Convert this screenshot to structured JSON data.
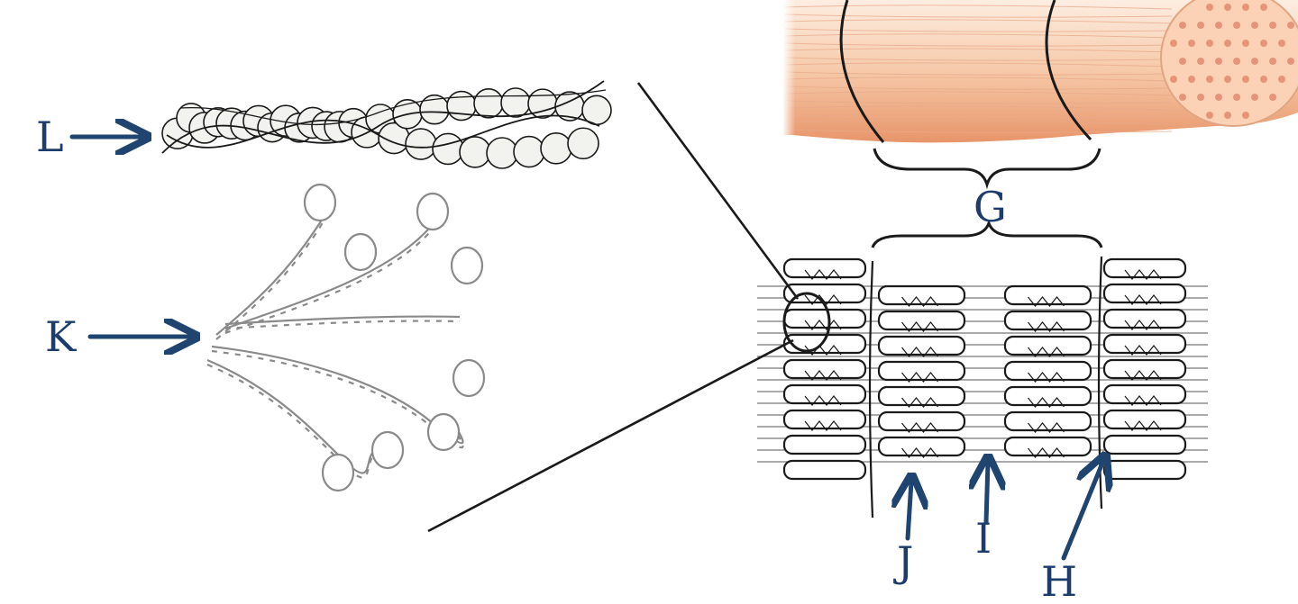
{
  "labels": {
    "L": "L",
    "K": "K",
    "G": "G",
    "J": "J",
    "I": "I",
    "H": "H"
  },
  "colors": {
    "label": "#1c3d6b",
    "arrow": "#1e446f",
    "ink": "#1a1a1a",
    "grey_ink": "#8a8a8a",
    "muscle_light": "#fbe3cf",
    "muscle_mid": "#f2b48e",
    "muscle_dark": "#e28f62",
    "dot": "#e5957a",
    "circle_fill": "#f2f2ee"
  }
}
